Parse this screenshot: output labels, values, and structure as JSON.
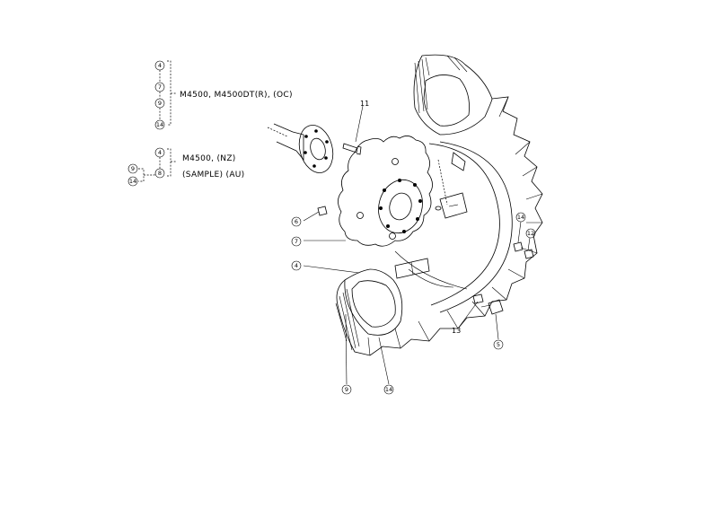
{
  "legend": {
    "groups": [
      {
        "items": [
          "4",
          "7",
          "9",
          "14"
        ],
        "text": "M4500, M4500DT(R), (OC)"
      },
      {
        "items": [
          "4",
          "8"
        ],
        "text_lines": [
          "M4500, (NZ)",
          "(SAMPLE) (AU)"
        ],
        "alt_items": [
          "9",
          "14"
        ]
      }
    ]
  },
  "callouts": [
    {
      "id": "11",
      "circled": false
    },
    {
      "id": "6",
      "circled": true
    },
    {
      "id": "7",
      "circled": true
    },
    {
      "id": "4",
      "circled": true
    },
    {
      "id": "14",
      "circled": true
    },
    {
      "id": "12",
      "circled": true
    },
    {
      "id": "13",
      "circled": false
    },
    {
      "id": "5",
      "circled": true
    },
    {
      "id": "9",
      "circled": true
    },
    {
      "id": "14",
      "circled": true
    }
  ]
}
